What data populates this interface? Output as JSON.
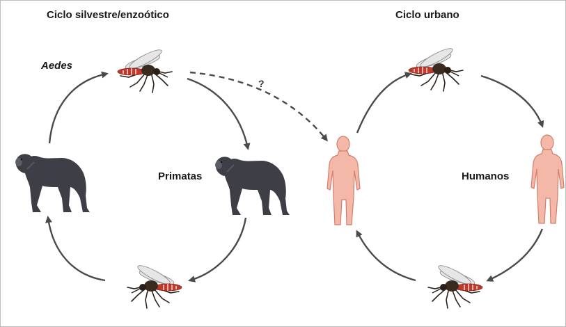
{
  "titles": {
    "sylvatic": "Ciclo silvestre/enzoótico",
    "urban": "Ciclo urbano"
  },
  "labels": {
    "vector": "Aedes",
    "primates": "Primatas",
    "humans": "Humanos",
    "unknown_link": "?"
  },
  "colors": {
    "arrow": "#4a4a4a",
    "mosquito_body": "#3a2a20",
    "mosquito_abdomen": "#c0392b",
    "mosquito_wing": "#d9d9d9",
    "primate": "#3e3f46",
    "human_skin": "#f4b8a8",
    "human_outline": "#d47d6a"
  },
  "icons": {
    "vector": "mosquito-icon",
    "primate": "primate-icon",
    "human": "human-icon"
  }
}
